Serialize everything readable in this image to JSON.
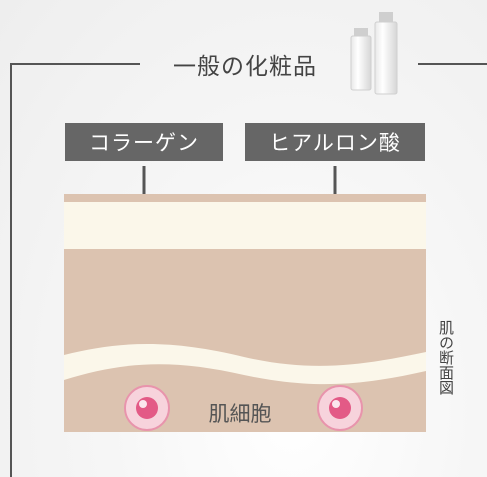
{
  "title": "一般の化粧品",
  "labels": {
    "collagen": "コラーゲン",
    "hyaluronic": "ヒアルロン酸",
    "cells": "肌細胞"
  },
  "caption": "肌の断面図",
  "icons": {
    "product": "cosmetic-bottles-icon",
    "cell": "skin-cell-icon",
    "arrow": "arrow-down-icon"
  },
  "colors": {
    "skin": "#dcc3b0",
    "surface_layer": "#fbf7ea",
    "label_bg": "#666666",
    "cell": "#e35a86"
  }
}
